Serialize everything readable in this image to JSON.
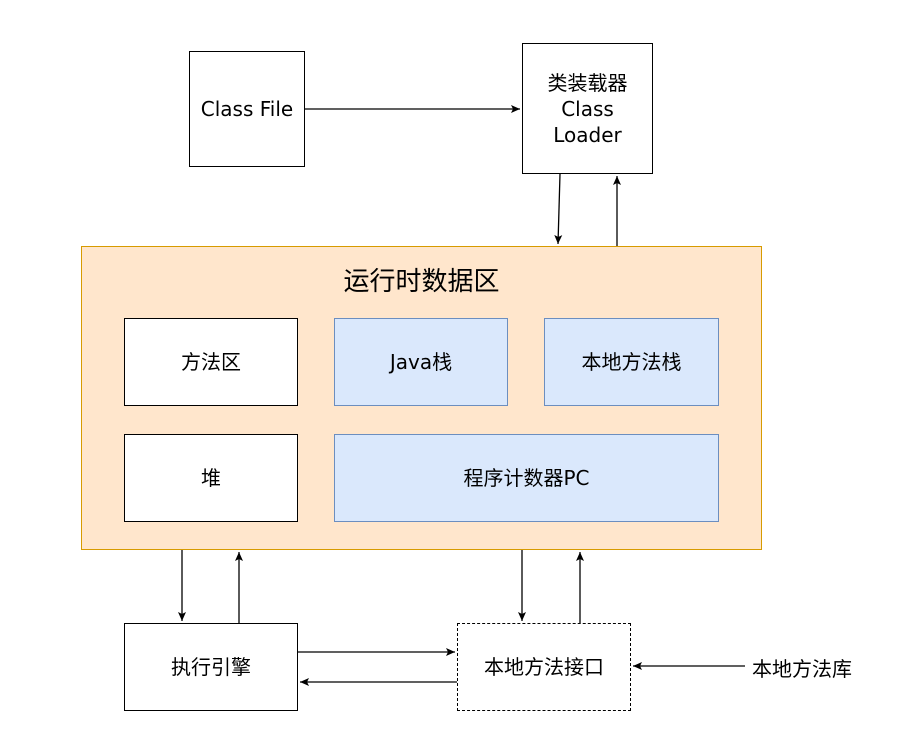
{
  "nodes": {
    "class_file": "Class File",
    "class_loader": [
      "类装载器",
      "Class",
      "Loader"
    ],
    "runtime_area": "运行时数据区",
    "method_area": "方法区",
    "java_stack": "Java栈",
    "native_method_stack": "本地方法栈",
    "heap": "堆",
    "pc_register": "程序计数器PC",
    "execution_engine": "执行引擎",
    "native_interface": "本地方法接口",
    "native_library": "本地方法库"
  },
  "colors": {
    "runtime_fill": "#ffe6cc",
    "runtime_stroke": "#d79b00",
    "thread_private_fill": "#dae8fc",
    "thread_private_stroke": "#6c8ebf",
    "edge": "#000000"
  }
}
